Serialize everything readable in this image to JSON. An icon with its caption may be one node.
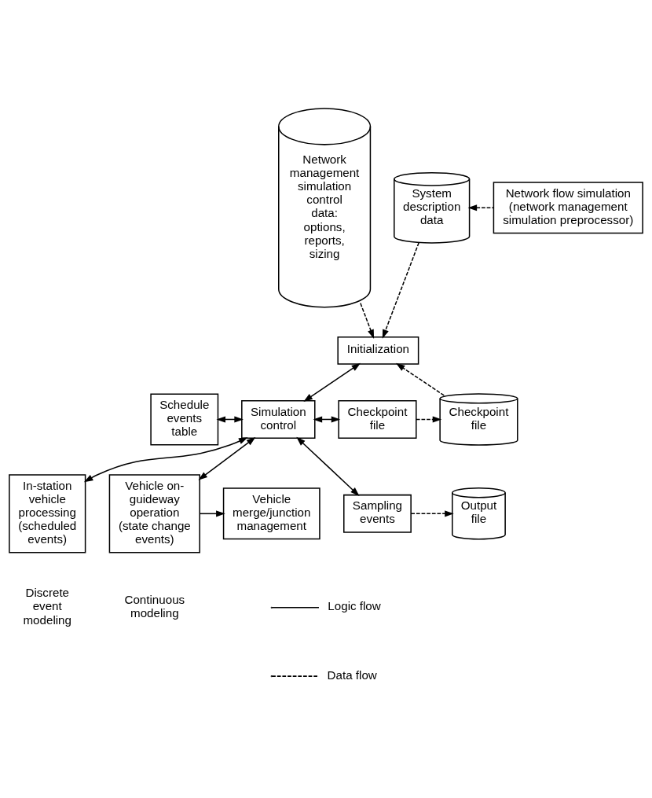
{
  "diagram": {
    "nodes": [
      {
        "text": [
          "Network management simulation control data: options, reports, sizing"
        ]
      },
      {
        "text": [
          "System description data"
        ]
      },
      {
        "text": [
          "Network flow simulation (network management simulation preprocessor)"
        ]
      },
      {
        "text": [
          "Initialization"
        ]
      },
      {
        "text": [
          "Schedule events table"
        ]
      },
      {
        "text": [
          "Simulation control"
        ]
      },
      {
        "text": [
          "Checkpoint file"
        ]
      },
      {
        "text": [
          "Checkpoint file"
        ]
      },
      {
        "text": [
          "Sampling events"
        ]
      },
      {
        "text": [
          "Output file"
        ]
      },
      {
        "text": [
          "In-station vehicle processing (scheduled events)"
        ],
        "beside": [
          "Discrete event modeling"
        ]
      },
      {
        "text": [
          "Vehicle on-guideway operation (state change events)"
        ],
        "beside": [
          "Continuous modeling"
        ]
      },
      {
        "text": [
          "Vehicle merge/junction management"
        ]
      }
    ],
    "edges": [
      {
        "from": 0,
        "to": 3,
        "arrow": "to",
        "style": "dashed"
      },
      {
        "from": 1,
        "to": 3,
        "arrow": "to",
        "style": "dashed"
      },
      {
        "from": 2,
        "to": 1,
        "arrow": "to",
        "style": "dashed"
      },
      {
        "from": 7,
        "to": 3,
        "arrow": "to",
        "style": "dashed"
      },
      {
        "from": 3,
        "to": 5,
        "arrow": "both"
      },
      {
        "from": 4,
        "to": 5,
        "arrow": "both"
      },
      {
        "from": 5,
        "to": 6,
        "arrow": "both"
      },
      {
        "from": 6,
        "to": 7,
        "arrow": "to",
        "style": "dashed"
      },
      {
        "from": 5,
        "to": 8,
        "arrow": "both"
      },
      {
        "from": 8,
        "to": 9,
        "arrow": "to",
        "style": "dashed"
      },
      {
        "from": 5,
        "to": 10,
        "arrow": "both"
      },
      {
        "from": 5,
        "to": 11,
        "arrow": "both"
      },
      {
        "from": 11,
        "to": 12,
        "arrow": "to"
      }
    ],
    "legend": [
      {
        "text": "Logic flow"
      },
      {
        "text": "Data flow"
      }
    ]
  }
}
